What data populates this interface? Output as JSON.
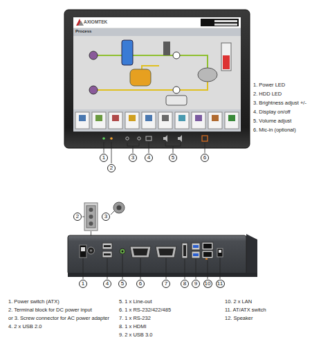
{
  "diagram": {
    "nodes": [
      {
        "text": [
          "1"
        ]
      },
      {
        "text": [
          "2"
        ]
      },
      {
        "text": [
          "3"
        ]
      },
      {
        "text": [
          "4"
        ]
      },
      {
        "text": [
          "5"
        ]
      },
      {
        "text": [
          "6"
        ]
      },
      {
        "text": [
          "2"
        ]
      },
      {
        "text": [
          "3"
        ]
      },
      {
        "text": [
          "1"
        ]
      },
      {
        "text": [
          "4"
        ]
      },
      {
        "text": [
          "5"
        ]
      },
      {
        "text": [
          "6"
        ]
      },
      {
        "text": [
          "7"
        ]
      },
      {
        "text": [
          "8"
        ]
      },
      {
        "text": [
          "9"
        ]
      },
      {
        "text": [
          "10"
        ]
      },
      {
        "text": [
          "11"
        ]
      }
    ],
    "labels": [
      "AXIOMTEK",
      "Process",
      "1. Power LED",
      "2. HDD LED",
      "3. Brightness adjust +/-",
      "4. Display on/off",
      "5. Volume adjust",
      "6. Mic-in (optional)",
      "1. Power switch (ATX)",
      "2. Terminal block for DC power input",
      "or 3. Screw connector for AC power adapter",
      "4. 2 x USB 2.0",
      "5. 1 x Line-out",
      "6. 1 x RS-232/422/485",
      "7. 1 x RS-232",
      "8. 1 x HDMI",
      "9. 2 x USB 3.0",
      "10. 2 x LAN",
      "11. AT/ATX switch",
      "12. Speaker"
    ]
  }
}
